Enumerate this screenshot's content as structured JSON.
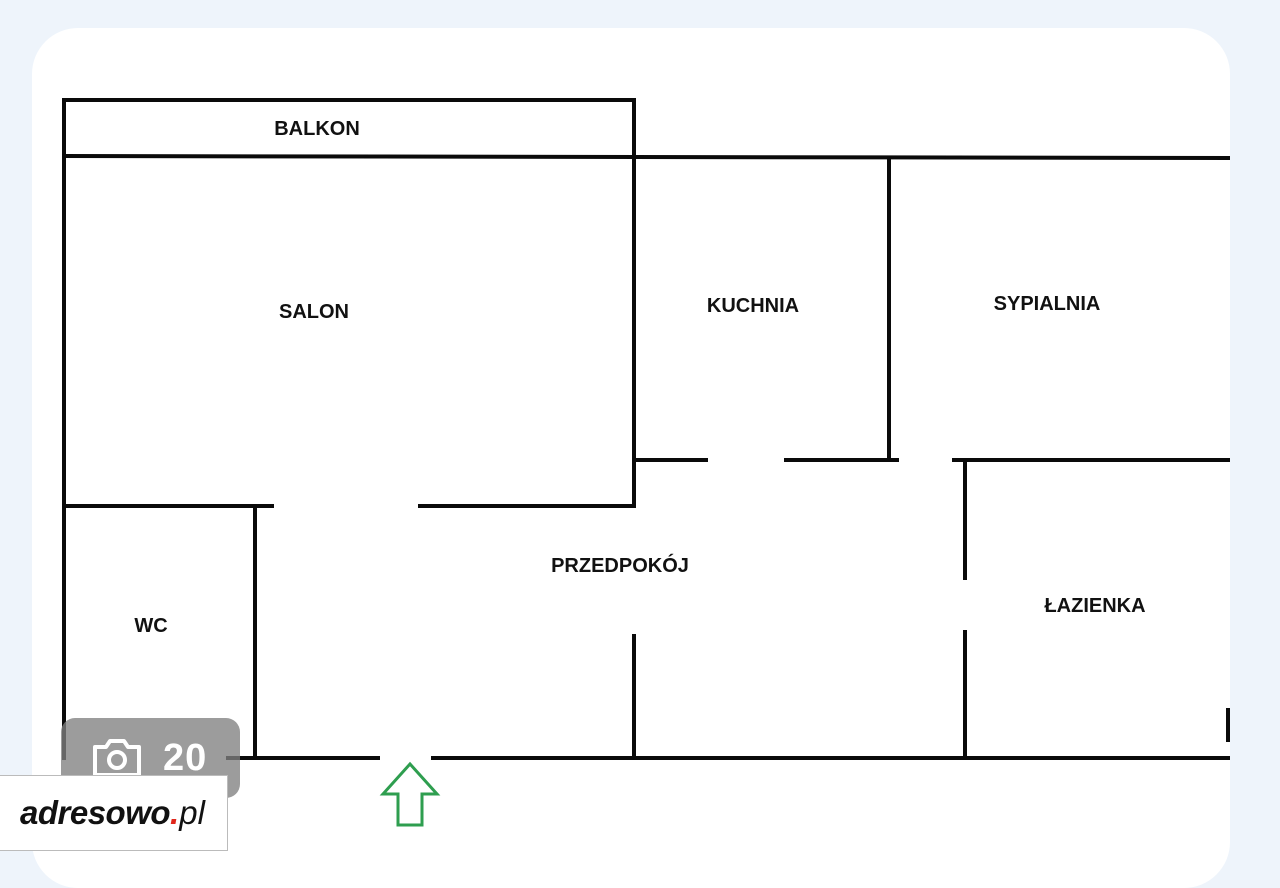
{
  "floor_plan": {
    "rooms": [
      {
        "id": "balkon",
        "label": "BALKON"
      },
      {
        "id": "salon",
        "label": "SALON"
      },
      {
        "id": "kuchnia",
        "label": "KUCHNIA"
      },
      {
        "id": "sypialnia",
        "label": "SYPIALNIA"
      },
      {
        "id": "wc",
        "label": "WC"
      },
      {
        "id": "przedpokoj",
        "label": "PRZEDPOKÓJ"
      },
      {
        "id": "lazienka",
        "label": "ŁAZIENKA"
      }
    ],
    "entrance_icon": "green-up-arrow-icon"
  },
  "photo_badge": {
    "icon": "camera-icon",
    "count": "20"
  },
  "brand": {
    "name": "adresowo",
    "dot": ".",
    "tld": "pl",
    "dot_color": "#e0261b"
  },
  "colors": {
    "background": "#eef4fb",
    "card": "#ffffff",
    "walls": "#0a0a0a",
    "arrow": "#2e9e4f"
  }
}
